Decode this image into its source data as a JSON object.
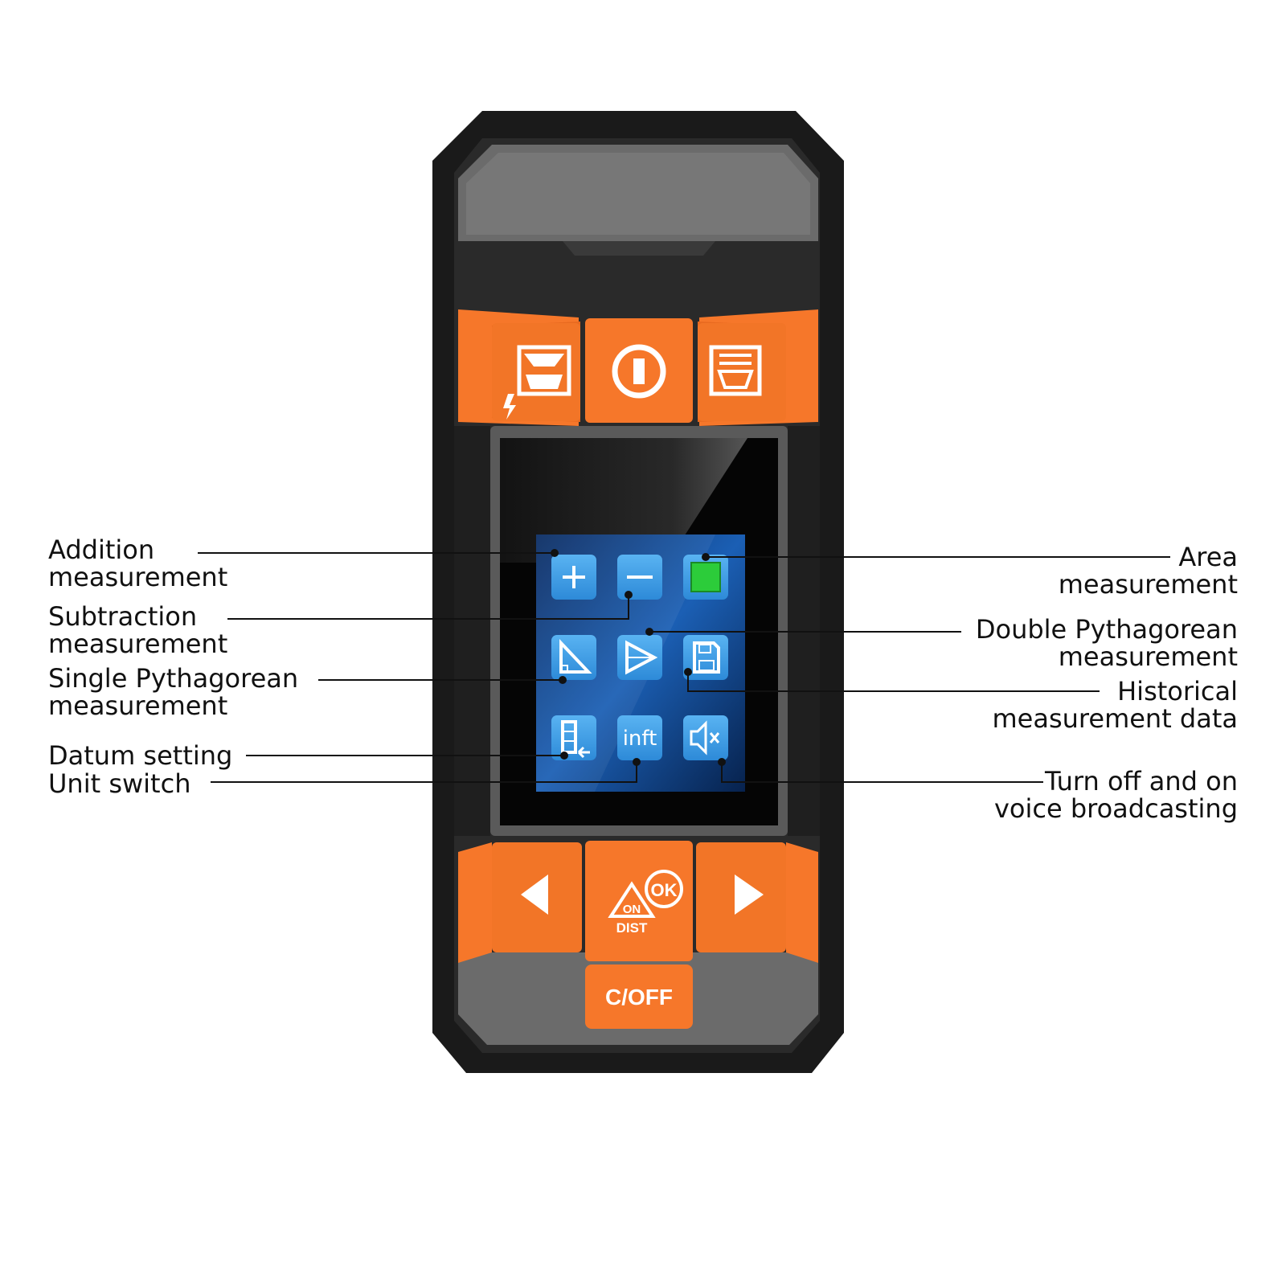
{
  "callouts": {
    "left": [
      {
        "id": "addition",
        "lines": [
          "Addition",
          "measurement"
        ]
      },
      {
        "id": "subtraction",
        "lines": [
          "Subtraction",
          "measurement"
        ]
      },
      {
        "id": "single_pythagorean",
        "lines": [
          "Single Pythagorean",
          "measurement"
        ]
      },
      {
        "id": "datum",
        "lines": [
          "Datum setting"
        ]
      },
      {
        "id": "unit",
        "lines": [
          "Unit switch"
        ]
      }
    ],
    "right": [
      {
        "id": "area",
        "lines": [
          "Area",
          "measurement"
        ]
      },
      {
        "id": "double_pythagorean",
        "lines": [
          "Double Pythagorean",
          "measurement"
        ]
      },
      {
        "id": "history",
        "lines": [
          "Historical",
          "measurement data"
        ]
      },
      {
        "id": "voice",
        "lines": [
          "Turn off and on",
          "voice broadcasting"
        ]
      }
    ]
  },
  "device": {
    "top_buttons": [
      {
        "id": "measure_mode",
        "icon": "laser-level-icon"
      },
      {
        "id": "power",
        "icon": "power-icon"
      },
      {
        "id": "menu",
        "icon": "menu-screen-icon"
      }
    ],
    "screen_icons": [
      {
        "id": "add",
        "icon": "plus-icon",
        "text": ""
      },
      {
        "id": "subtract",
        "icon": "minus-icon",
        "text": ""
      },
      {
        "id": "area",
        "icon": "area-square-icon",
        "text": ""
      },
      {
        "id": "single_pyth",
        "icon": "triangle-icon",
        "text": ""
      },
      {
        "id": "double_pyth",
        "icon": "double-triangle-icon",
        "text": ""
      },
      {
        "id": "history",
        "icon": "save-disk-icon",
        "text": ""
      },
      {
        "id": "datum",
        "icon": "datum-ruler-icon",
        "text": ""
      },
      {
        "id": "unit",
        "icon": "unit-text-icon",
        "text": "inft"
      },
      {
        "id": "voice",
        "icon": "speaker-mute-icon",
        "text": ""
      }
    ],
    "bottom_buttons": {
      "left": "left-arrow-icon",
      "ok_label": "OK",
      "on_label": "ON",
      "dist_label": "DIST",
      "right": "right-arrow-icon",
      "c_off_label": "C/OFF"
    }
  },
  "colors": {
    "body": "#1d1d1d",
    "body_face": "#2b2b2b",
    "gray_panel": "#6f6f6f",
    "orange": "#f6772a",
    "orange_dark": "#d9611c",
    "screen_bg": "#0d3a7a",
    "icon_tile": "#3d9ee6",
    "area_green": "#2ccc3a"
  }
}
